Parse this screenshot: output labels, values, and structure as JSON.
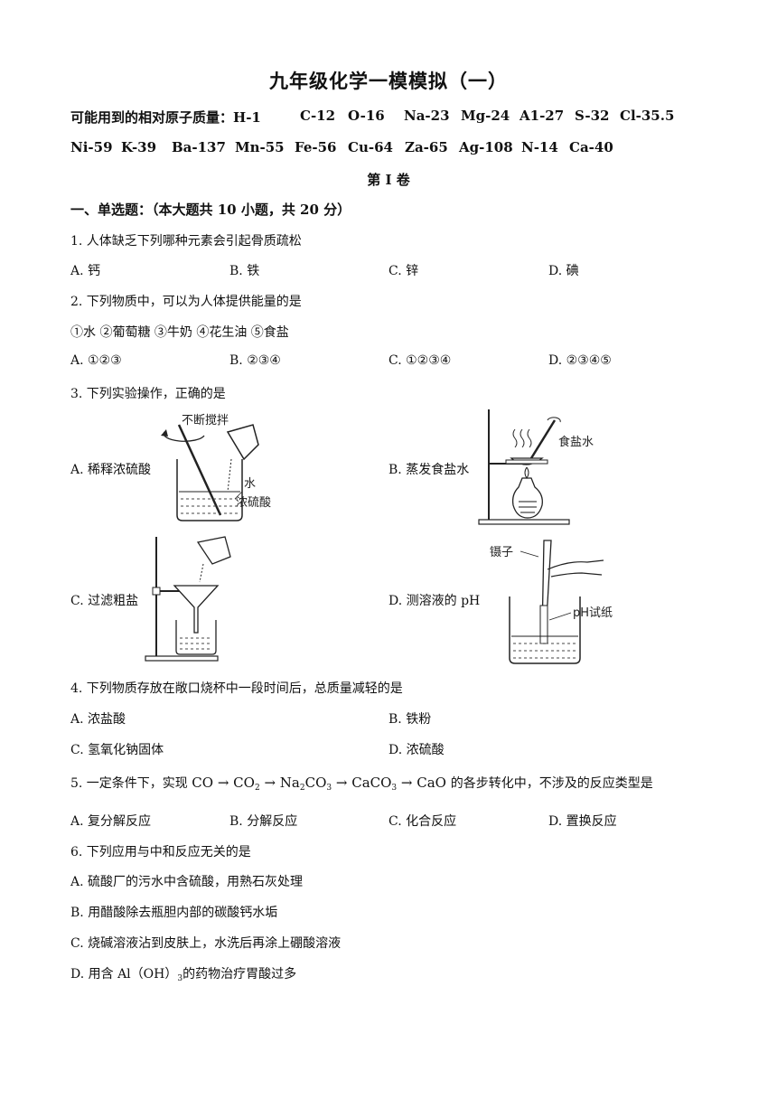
{
  "title": "九年级化学一模模拟（一）",
  "atomic_mass_label": "可能用到的相对原子质量：",
  "atomic_masses_line1": [
    "H-1",
    "C-12",
    "O-16",
    "Na-23",
    "Mg-24",
    "A1-27",
    "S-32",
    "Cl-35.5"
  ],
  "atomic_masses_line2": [
    "Ni-59",
    "K-39",
    "Ba-137",
    "Mn-55",
    "Fe-56",
    "Cu-64",
    "Za-65",
    "Ag-108",
    "N-14",
    "Ca-40"
  ],
  "volume": "第 I 卷",
  "section": "一、单选题：（本大题共 10 小题，共 20 分）",
  "questions": [
    {
      "stem": "1. 人体缺乏下列哪种元素会引起骨质疏松",
      "options": [
        "A. 钙",
        "B. 铁",
        "C. 锌",
        "D. 碘"
      ]
    },
    {
      "stem": "2. 下列物质中，可以为人体提供能量的是",
      "substances": "①水 ②葡萄糖 ③牛奶 ④花生油 ⑤食盐",
      "options": [
        "A. ①②③",
        "B. ②③④",
        "C. ①②③④",
        "D. ②③④⑤"
      ]
    },
    {
      "stem": "3. 下列实验操作，正确的是",
      "options": [
        "A. 稀释浓硫酸",
        "B. 蒸发食盐水",
        "C. 过滤粗盐",
        "D. 测溶液的 pH"
      ],
      "figure_labels": {
        "stir": "不断搅拌",
        "water": "水",
        "acid": "浓硫酸",
        "salt_water": "食盐水",
        "tweezers": "镊子",
        "ph_paper": "pH试纸"
      }
    },
    {
      "stem": "4. 下列物质存放在敞口烧杯中一段时间后，总质量减轻的是",
      "options": [
        "A. 浓盐酸",
        "B. 铁粉",
        "C. 氢氧化钠固体",
        "D. 浓硫酸"
      ]
    },
    {
      "stem_prefix": "5. 一定条件下，实现",
      "chain": [
        "CO",
        "CO",
        "Na",
        "CO",
        "CaCO",
        "CaO"
      ],
      "subs": [
        "2",
        "2",
        "3",
        "3"
      ],
      "stem_suffix": "的各步转化中，不涉及的反应类型是",
      "options": [
        "A. 复分解反应",
        "B. 分解反应",
        "C. 化合反应",
        "D. 置换反应"
      ]
    },
    {
      "stem": "6. 下列应用与中和反应无关的是",
      "options": [
        "A. 硫酸厂的污水中含硫酸，用熟石灰处理",
        "B. 用醋酸除去瓶胆内部的碳酸钙水垢",
        "C. 烧碱溶液沾到皮肤上，水洗后再涂上硼酸溶液"
      ],
      "option_d_prefix": "D. 用含 Al（OH）",
      "option_d_sub": "3",
      "option_d_suffix": "的药物治疗胃酸过多"
    }
  ]
}
